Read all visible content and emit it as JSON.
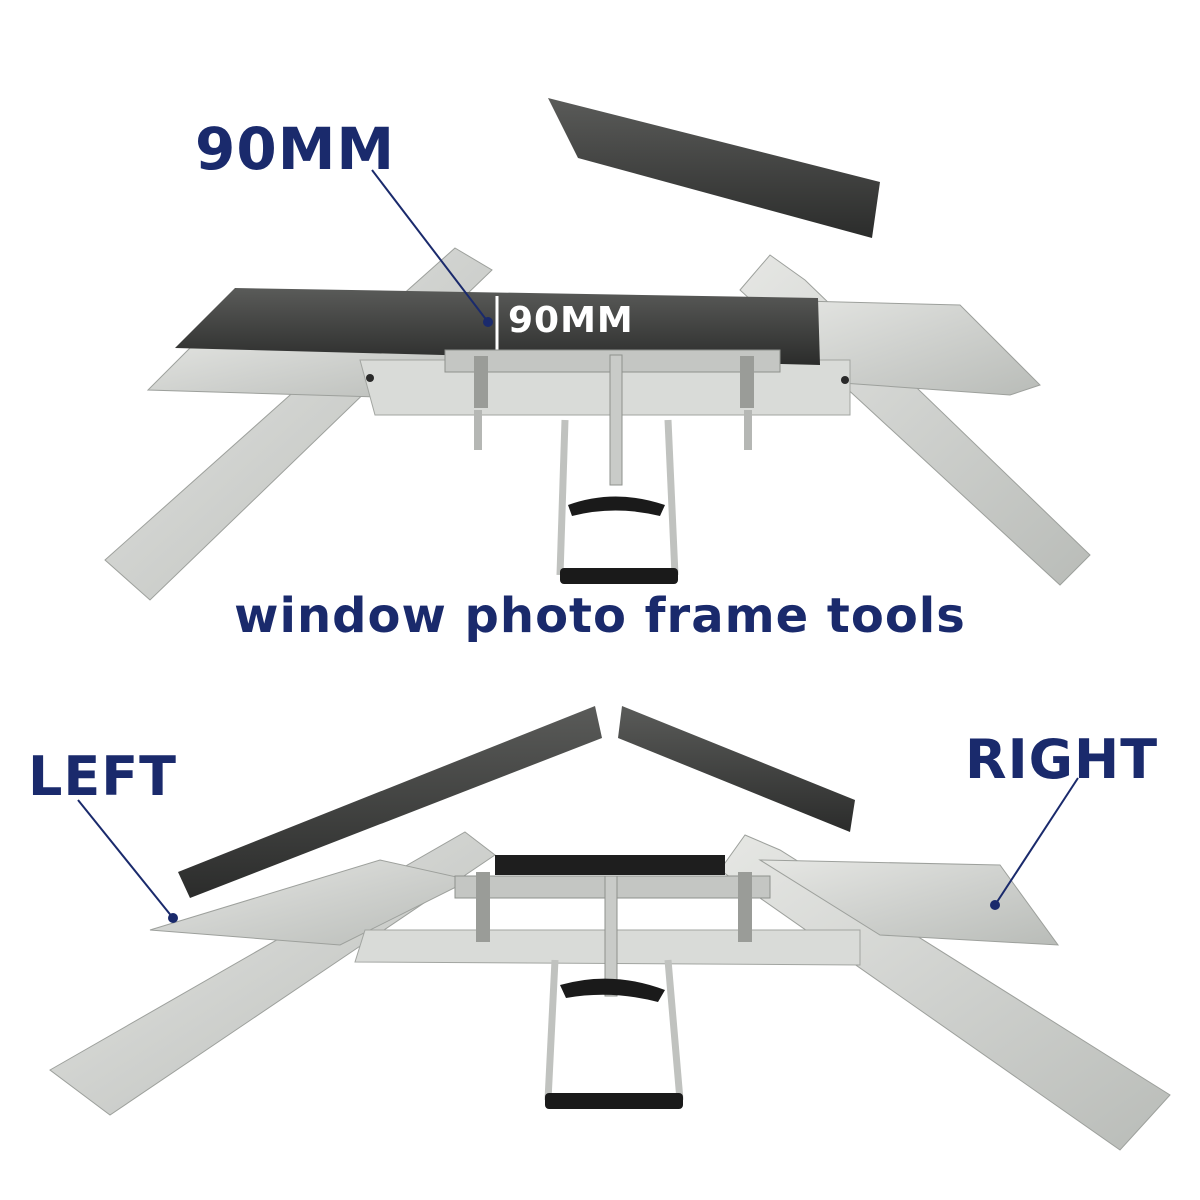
{
  "labels": {
    "dimension_top": "90MM",
    "dimension_inline": "90MM",
    "caption": "window photo frame tools",
    "left": "LEFT",
    "right": "RIGHT"
  },
  "colors": {
    "label_blue": "#1a2a6c",
    "aluminum": "#d4d6d3",
    "aluminum_shadow": "#aeb1ae",
    "wood_dark": "#3a3b3a",
    "handle_black": "#1a1a1a"
  }
}
